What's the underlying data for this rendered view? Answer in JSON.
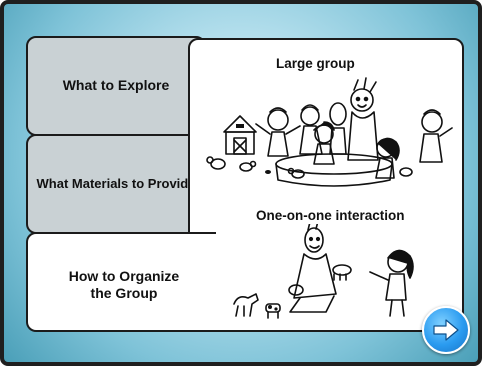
{
  "tabs": {
    "explore": "What to Explore",
    "materials": "What Materials to Provide",
    "organize": "How to Organize\nthe Group"
  },
  "panel": {
    "large_group_title": "Large group",
    "one_on_one_title": "One-on-one interaction"
  },
  "navigation": {
    "next_icon": "right-arrow-icon"
  },
  "colors": {
    "background": "#7fc3d8",
    "tab_inactive": "#c9d1d4",
    "tab_active": "#ffffff",
    "next_button": "#2a9bf0"
  }
}
